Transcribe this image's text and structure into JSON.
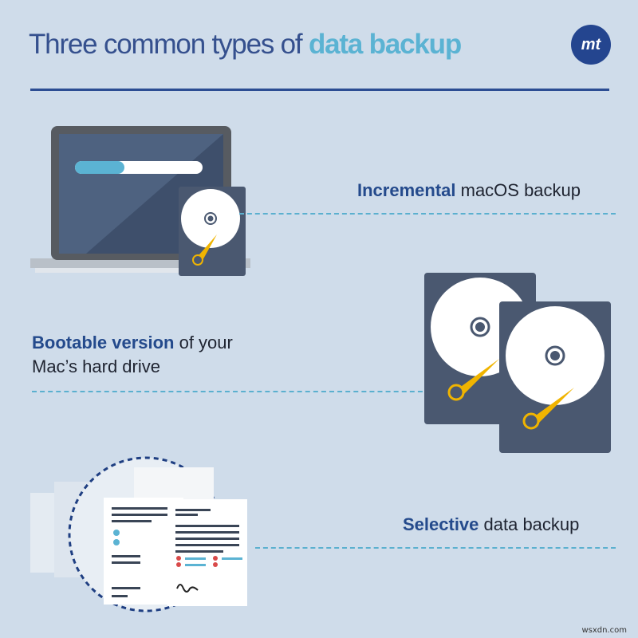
{
  "header": {
    "title_prefix": "Three common types of ",
    "title_accent": "data backup",
    "logo_text": "mt"
  },
  "items": [
    {
      "bold": "Incremental",
      "rest": " macOS backup",
      "illustration": "laptop-with-hard-drive"
    },
    {
      "bold": "Bootable version",
      "rest": " of your",
      "line2": "Mac’s hard drive",
      "illustration": "two-hard-drives"
    },
    {
      "bold": "Selective",
      "rest": " data backup",
      "illustration": "documents-in-circle"
    }
  ],
  "footer": {
    "watermark": "wsxdn.com"
  },
  "colors": {
    "background": "#cfdcea",
    "title": "#2d4a8a",
    "accent": "#5bb3d3",
    "rule": "#2c4d93",
    "drive": "#4a5870",
    "needle": "#f0b400"
  }
}
